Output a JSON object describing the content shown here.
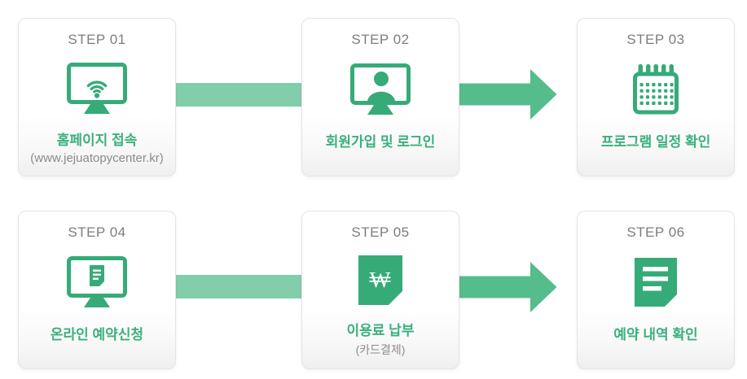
{
  "page": {
    "background": "#ffffff"
  },
  "palette": {
    "icon_green": "#36ab78",
    "title_green": "#3bb07d",
    "bar_green": "#82cdaa",
    "arrow_green": "#55bc8c",
    "label_gray": "#7d7d7d",
    "subtitle_gray": "#8b8b8b",
    "card_border": "#e4e4e4"
  },
  "steps": [
    {
      "label": "STEP 01",
      "title": "홈페이지 접속",
      "subtitle": "(www.jejuatopycenter.kr)",
      "icon": "monitor-wifi-icon"
    },
    {
      "label": "STEP 02",
      "title": "회원가입 및 로그인",
      "icon": "monitor-person-icon"
    },
    {
      "label": "STEP 03",
      "title": "프로그램 일정 확인",
      "icon": "calendar-icon"
    },
    {
      "label": "STEP 04",
      "title": "온라인 예약신청",
      "icon": "monitor-document-icon"
    },
    {
      "label": "STEP 05",
      "title": "이용료 납부",
      "subtitle": "(카드결제)",
      "icon": "won-document-icon"
    },
    {
      "label": "STEP 06",
      "title": "예약 내역 확인",
      "icon": "document-lines-icon"
    }
  ],
  "connectors": [
    {
      "type": "bar",
      "from": "STEP 01",
      "to": "STEP 02"
    },
    {
      "type": "arrow",
      "from": "STEP 02",
      "to": "STEP 03"
    },
    {
      "type": "bar",
      "from": "STEP 04",
      "to": "STEP 05"
    },
    {
      "type": "arrow",
      "from": "STEP 05",
      "to": "STEP 06"
    }
  ]
}
